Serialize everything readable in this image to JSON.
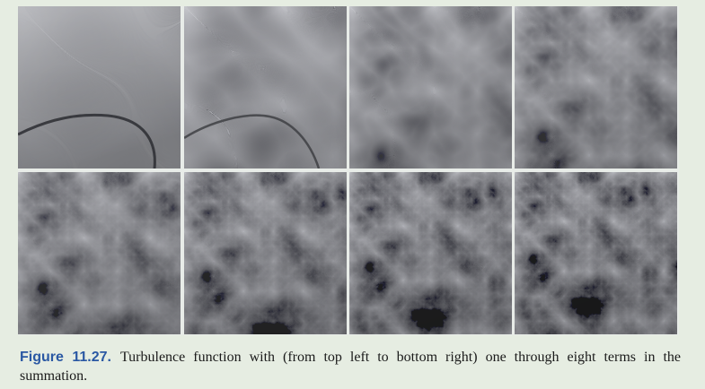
{
  "figure": {
    "label": "Figure 11.27.",
    "caption": "Turbulence function with (from top left to bottom right) one through eight terms in the summation."
  },
  "panels": [
    {
      "id": "panel-1",
      "terms": 1
    },
    {
      "id": "panel-2",
      "terms": 2
    },
    {
      "id": "panel-3",
      "terms": 3
    },
    {
      "id": "panel-4",
      "terms": 4
    },
    {
      "id": "panel-5",
      "terms": 5
    },
    {
      "id": "panel-6",
      "terms": 6
    },
    {
      "id": "panel-7",
      "terms": 7
    },
    {
      "id": "panel-8",
      "terms": 8
    }
  ],
  "colors": {
    "caption_label": "#2a58a3",
    "background": "#e6ede2"
  }
}
